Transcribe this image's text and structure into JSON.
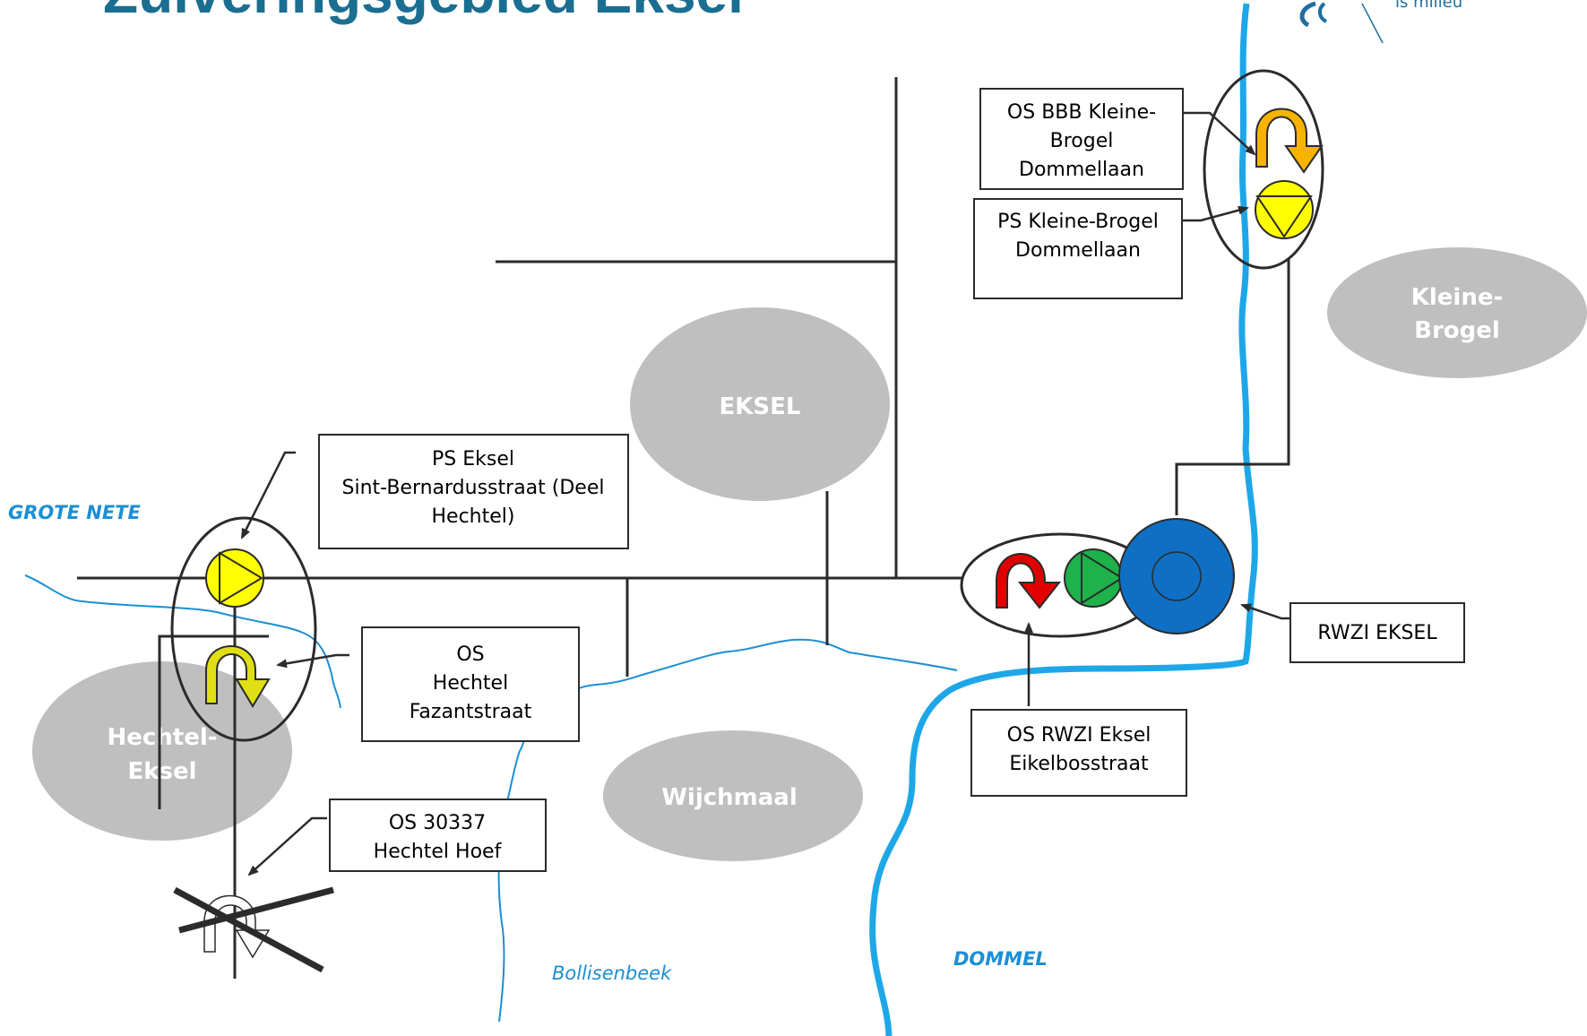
{
  "title": "Zuiveringsgebied Eksel",
  "logo": {
    "text": "is milieu",
    "icon": "aquafin-logo-icon"
  },
  "colors": {
    "title": "#1a6e91",
    "river": "#1ea7e8",
    "stream": "#1b8fd4",
    "area": "#bfbfbf",
    "line": "#2b2b2b",
    "pump_station": "#ffff00",
    "overflow_existing_yellow": "#e0df14",
    "overflow_existing_orange": "#f6b400",
    "overflow_rwzi": "#e00000",
    "rwzi_inlet_pump": "#1fb14a",
    "rwzi": "#0e6fc4"
  },
  "areas": {
    "eksel": "EKSEL",
    "kleine_brogel_line1": "Kleine-",
    "kleine_brogel_line2": "Brogel",
    "hechtel_line1": "Hechtel-",
    "hechtel_line2": "Eksel",
    "wijchmaal": "Wijchmaal"
  },
  "rivers": {
    "grote_nete": "GROTE NETE",
    "dommel": "DOMMEL",
    "bollisenbeek": "Bollisenbeek"
  },
  "labels": {
    "os_bbb": [
      "OS BBB Kleine-",
      "Brogel",
      "Dommellaan"
    ],
    "ps_kleine_brogel": [
      "PS Kleine-Brogel",
      "Dommellaan"
    ],
    "ps_eksel": [
      "PS Eksel",
      "Sint-Bernardusstraat (Deel",
      "Hechtel)"
    ],
    "os_hechtel": [
      "OS",
      "Hechtel",
      "Fazantstraat"
    ],
    "os_30337": [
      "OS 30337",
      "Hechtel Hoef"
    ],
    "rwzi": [
      "RWZI EKSEL"
    ],
    "os_rwzi": [
      "OS RWZI Eksel",
      "Eikelbosstraat"
    ]
  }
}
